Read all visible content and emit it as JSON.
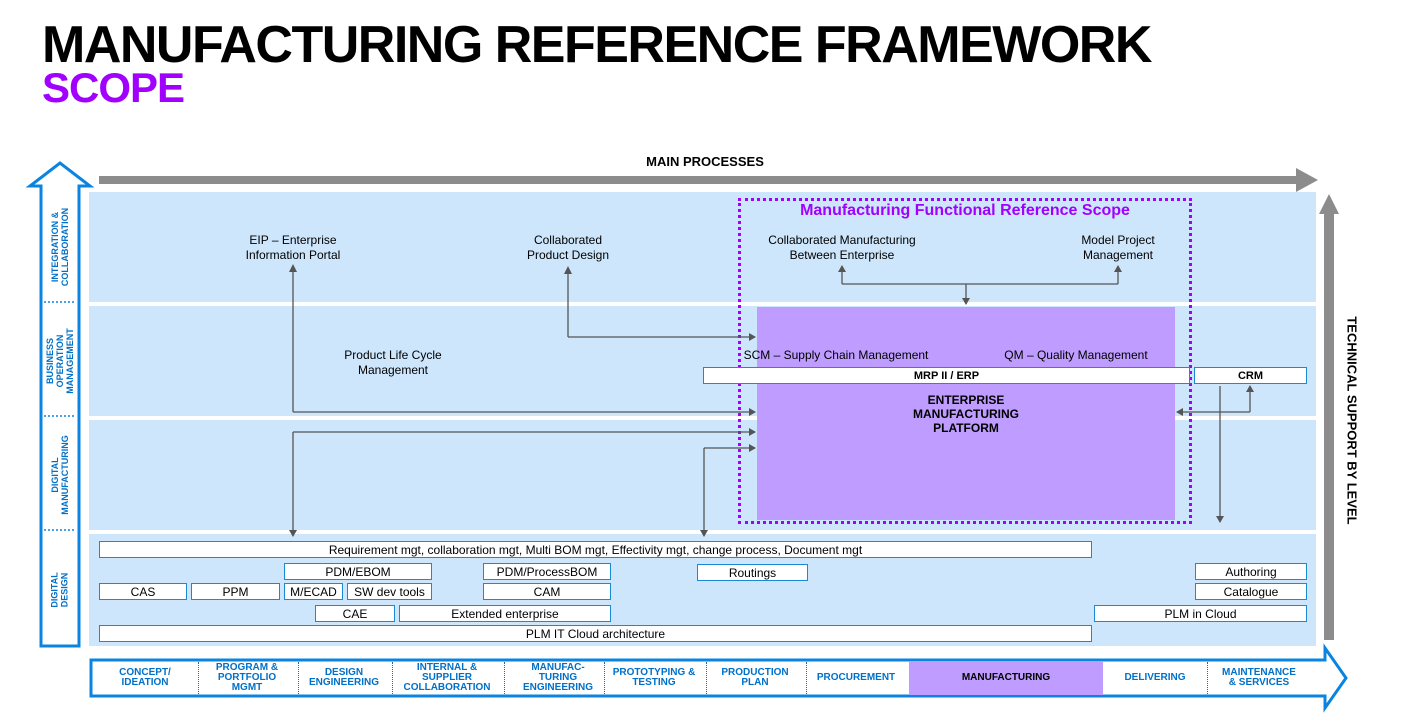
{
  "header": {
    "title": "MANUFACTURING REFERENCE FRAMEWORK",
    "subtitle": "SCOPE"
  },
  "axes": {
    "top": "MAIN PROCESSES",
    "right": "TECHNICAL SUPPORT BY LEVEL"
  },
  "levels": [
    {
      "label": "INTEGRATION &\nCOLLABORATION"
    },
    {
      "label": "BUSINESS\nOPERATION\nMANAGEMENT"
    },
    {
      "label": "DIGITAL\nMANUFACTURING"
    },
    {
      "label": "DIGITAL DESIGN"
    }
  ],
  "scope": {
    "title": "Manufacturing Functional Reference Scope",
    "platform": "ENTERPRISE\nMANUFACTURING\nPLATFORM",
    "scm": "SCM – Supply Chain Management",
    "qm": "QM – Quality Management",
    "mrp": "MRP II / ERP",
    "crm": "CRM"
  },
  "integration": {
    "eip": "EIP – Enterprise\nInformation Portal",
    "cpd": "Collaborated\nProduct Design",
    "cmbe": "Collaborated Manufacturing\nBetween Enterprise",
    "mpm": "Model Project\nManagement"
  },
  "business": {
    "plm": "Product Life Cycle\nManagement"
  },
  "design": {
    "requirement": "Requirement mgt, collaboration mgt, Multi BOM mgt, Effectivity mgt, change process, Document mgt",
    "pdm_ebom": "PDM/EBOM",
    "pdm_processbom": "PDM/ProcessBOM",
    "routings": "Routings",
    "authoring": "Authoring",
    "cas": "CAS",
    "ppm": "PPM",
    "mecad": "M/ECAD",
    "swdev": "SW dev tools",
    "cam": "CAM",
    "catalogue": "Catalogue",
    "cae": "CAE",
    "extended": "Extended enterprise",
    "plm_cloud": "PLM in Cloud",
    "plm_it": "PLM IT Cloud architecture"
  },
  "stages": [
    {
      "label": "CONCEPT/\nIDEATION"
    },
    {
      "label": "PROGRAM &\nPORTFOLIO\nMGMT"
    },
    {
      "label": "DESIGN\nENGINEERING"
    },
    {
      "label": "INTERNAL &\nSUPPLIER\nCOLLABORATION"
    },
    {
      "label": "MANUFAC-\nTURING\nENGINEERING"
    },
    {
      "label": "PROTOTYPING &\nTESTING"
    },
    {
      "label": "PRODUCTION\nPLAN"
    },
    {
      "label": "PROCUREMENT"
    },
    {
      "label": "MANUFACTURING",
      "highlight": true
    },
    {
      "label": "DELIVERING"
    },
    {
      "label": "MAINTENANCE\n& SERVICES"
    }
  ],
  "colors": {
    "accent": "#a100ff",
    "blue": "#0070c8",
    "band": "#cde6fb",
    "platform": "#bf9cff",
    "arrow_grey": "#8c8c8c"
  }
}
